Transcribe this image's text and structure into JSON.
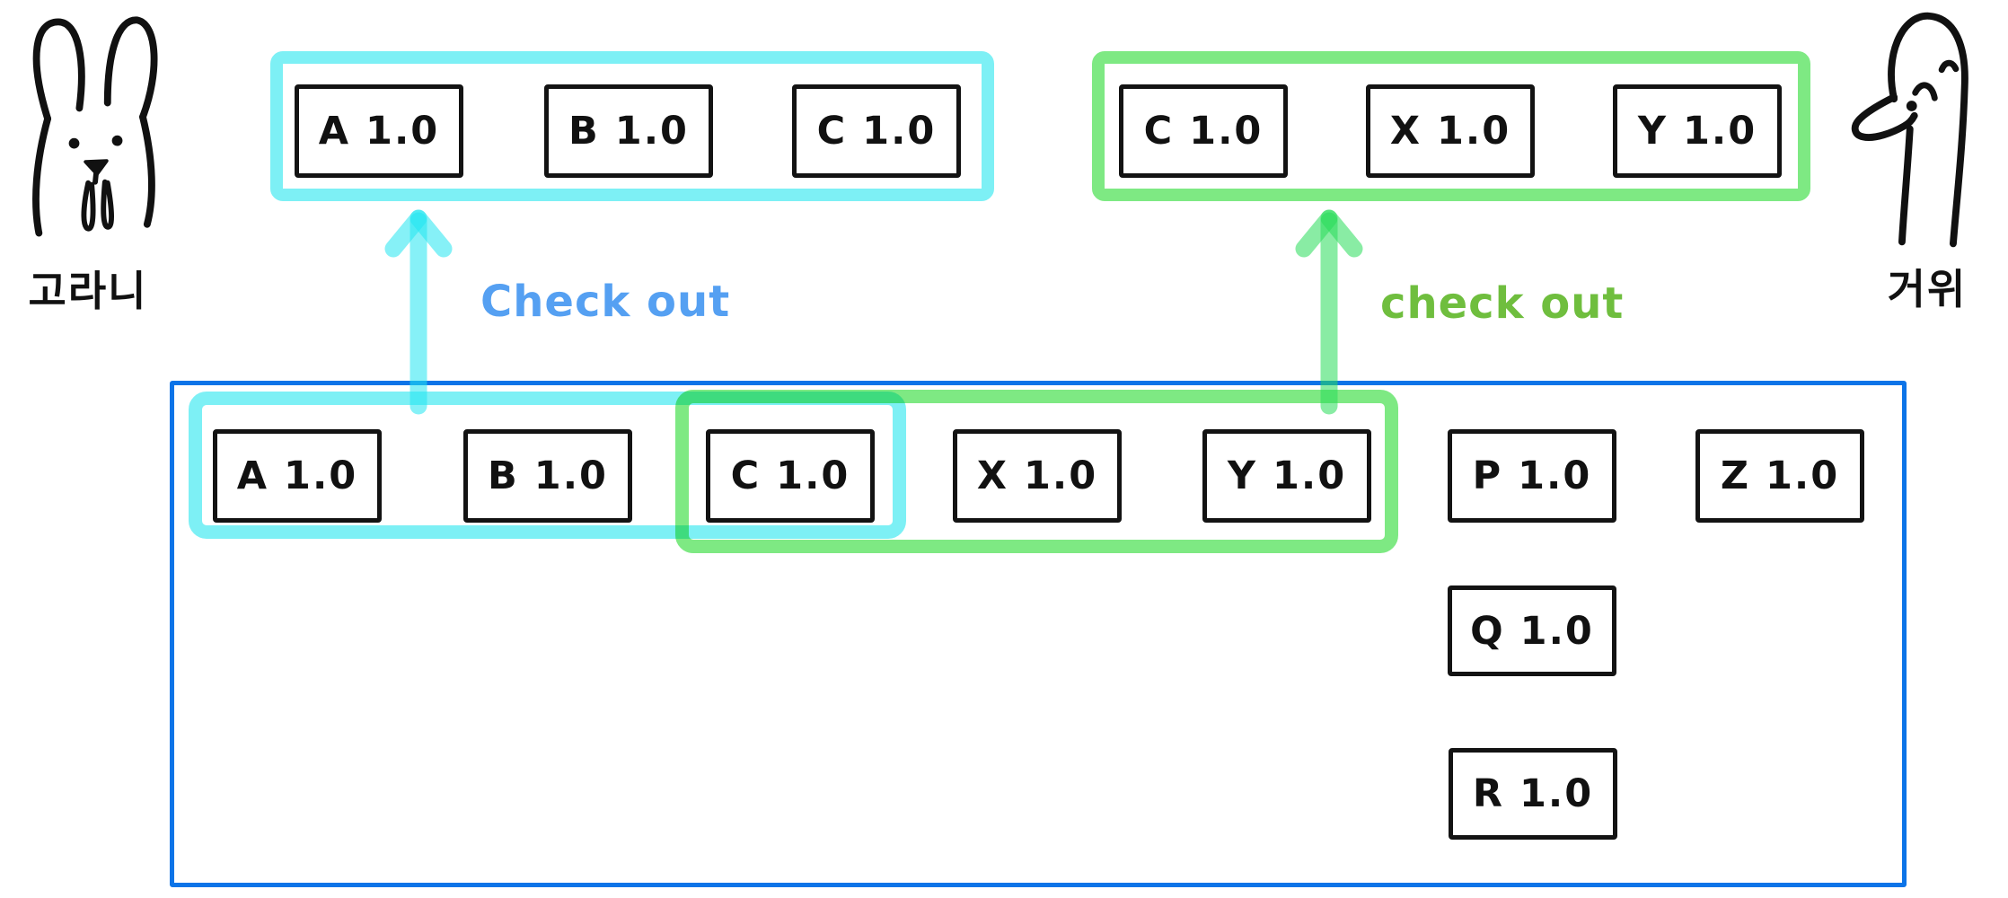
{
  "actors": {
    "left": {
      "label": "고라니"
    },
    "right": {
      "label": "거위"
    }
  },
  "left_checkout": {
    "arrow_label": "Check out",
    "packages": [
      "A 1.0",
      "B 1.0",
      "C 1.0"
    ]
  },
  "right_checkout": {
    "arrow_label": "check out",
    "packages": [
      "C 1.0",
      "X 1.0",
      "Y 1.0"
    ]
  },
  "repository": {
    "row": [
      "A 1.0",
      "B 1.0",
      "C 1.0",
      "X 1.0",
      "Y 1.0",
      "P 1.0",
      "Z 1.0"
    ],
    "column": [
      "Q 1.0",
      "R 1.0"
    ]
  },
  "colors": {
    "cyan_highlight": "#7DF0F5",
    "green_highlight": "#7EE983",
    "repo_border": "#0C74E8",
    "left_label_text": "#55A0F2",
    "right_label_text": "#6FBE3E"
  }
}
